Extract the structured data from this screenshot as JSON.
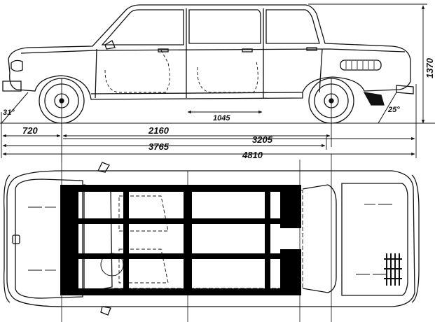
{
  "side_view": {
    "dims": {
      "front_overhang": "720",
      "wheelbase": "2160",
      "rear_length": "3205",
      "body_length": "3765",
      "overall_length": "4810",
      "center_insert": "1045",
      "height": "1370",
      "approach_angle": "31°",
      "departure_angle": "25°"
    }
  },
  "colors": {
    "ink": "#111111",
    "paper": "#ffffff",
    "frame": "#000000"
  }
}
